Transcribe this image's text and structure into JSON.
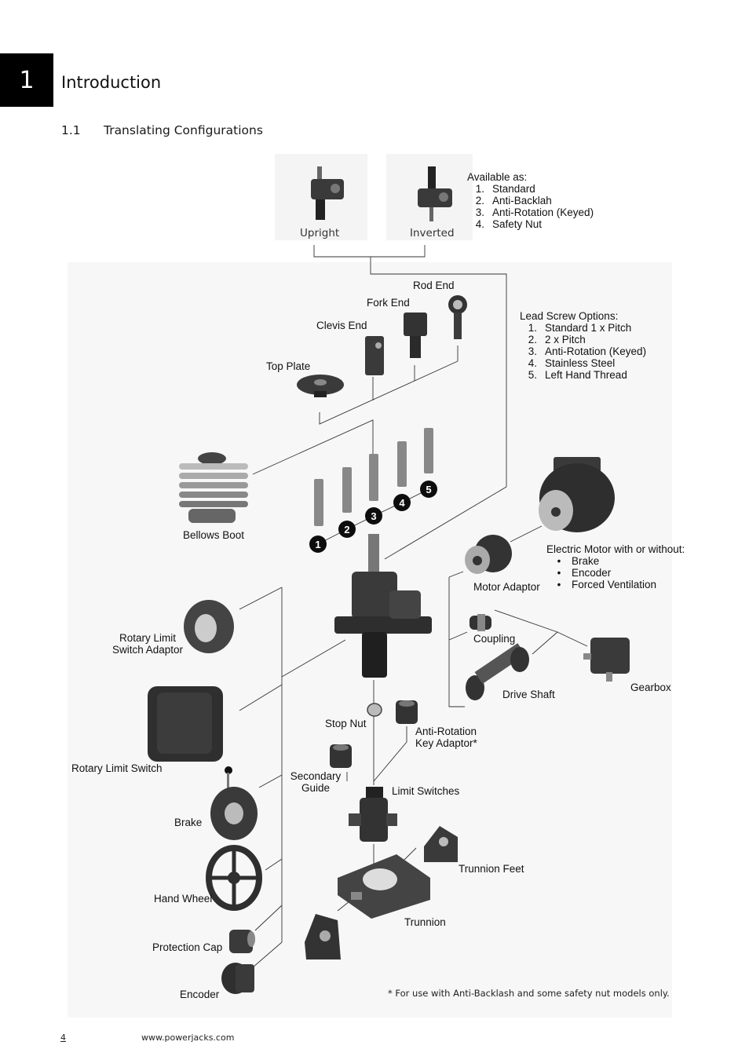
{
  "chapter": {
    "number": "1",
    "title": "Introduction"
  },
  "section": {
    "number": "1.1",
    "title": "Translating Configurations"
  },
  "configs": {
    "upright": "Upright",
    "inverted": "Inverted"
  },
  "available": {
    "heading": "Available as:",
    "items": [
      {
        "n": "1.",
        "text": "Standard"
      },
      {
        "n": "2.",
        "text": "Anti-Backlah"
      },
      {
        "n": "3.",
        "text": "Anti-Rotation (Keyed)"
      },
      {
        "n": "4.",
        "text": "Safety Nut"
      }
    ]
  },
  "lead_screw": {
    "heading": "Lead Screw Options:",
    "items": [
      {
        "n": "1.",
        "text": "Standard 1 x Pitch"
      },
      {
        "n": "2.",
        "text": "2 x Pitch"
      },
      {
        "n": "3.",
        "text": "Anti-Rotation (Keyed)"
      },
      {
        "n": "4.",
        "text": "Stainless Steel"
      },
      {
        "n": "5.",
        "text": "Left Hand Thread"
      }
    ]
  },
  "motor": {
    "heading": "Electric Motor with or without:",
    "bullet": "•",
    "items": [
      "Brake",
      "Encoder",
      "Forced Ventilation"
    ]
  },
  "labels": {
    "rod_end": "Rod End",
    "fork_end": "Fork End",
    "clevis_end": "Clevis End",
    "top_plate": "Top Plate",
    "bellows_boot": "Bellows Boot",
    "motor_adaptor": "Motor Adaptor",
    "coupling": "Coupling",
    "drive_shaft": "Drive Shaft",
    "gearbox": "Gearbox",
    "rotary_limit_switch_adaptor_1": "Rotary Limit",
    "rotary_limit_switch_adaptor_2": "Switch Adaptor",
    "rotary_limit_switch": "Rotary Limit Switch",
    "stop_nut": "Stop Nut",
    "anti_rotation_1": "Anti-Rotation",
    "anti_rotation_2": "Key Adaptor*",
    "secondary_guide_1": "Secondary",
    "secondary_guide_2": "Guide",
    "limit_switches": "Limit Switches",
    "brake": "Brake",
    "hand_wheel": "Hand Wheel",
    "trunnion_feet": "Trunnion Feet",
    "trunnion": "Trunnion",
    "protection_cap": "Protection Cap",
    "encoder": "Encoder"
  },
  "screw_badges": [
    "1",
    "2",
    "3",
    "4",
    "5"
  ],
  "footnote": "* For use with Anti-Backlash and some safety nut models only.",
  "footer": {
    "page": "4",
    "url": "www.powerjacks.com"
  }
}
